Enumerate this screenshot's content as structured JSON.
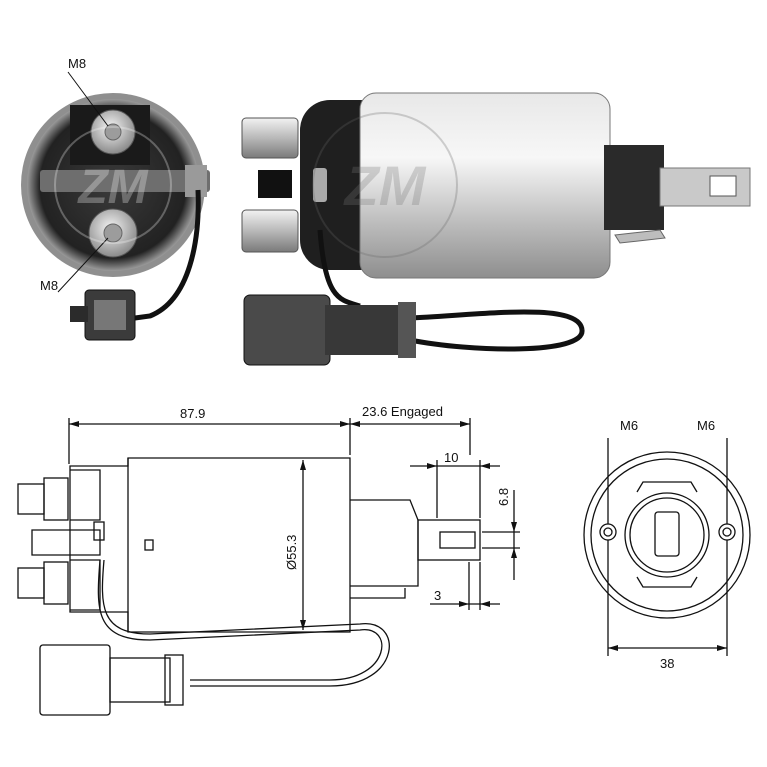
{
  "photo": {
    "end_view": {
      "label_top": "M8",
      "label_bottom": "M8"
    },
    "watermark": "ZM"
  },
  "drawing": {
    "length_body": "87.9",
    "length_engaged": "23.6 Engaged",
    "diameter": "Ø55.3",
    "plunger_width": "10",
    "plunger_height": "6.8",
    "plunger_offset": "3",
    "end_label_left": "M6",
    "end_label_right": "M6",
    "end_width": "38"
  },
  "colors": {
    "body_silver": "#c8c8c8",
    "dark_plastic": "#2a2a2a",
    "connector": "#4a4a4a",
    "line": "#111111"
  }
}
